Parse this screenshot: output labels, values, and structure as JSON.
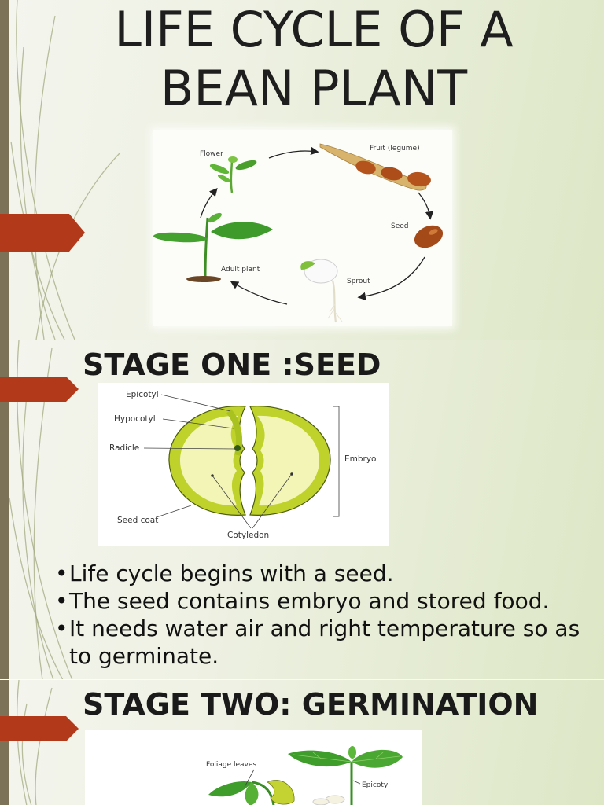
{
  "document": {
    "colors": {
      "background_light": "#f4f5ee",
      "background_green": "#dde7c6",
      "left_bar": "#7c7257",
      "marker_tag": "#b3391b",
      "text": "#1e1e1e",
      "swirl": "#a3aa80"
    }
  },
  "slide1": {
    "title_line1": "LIFE CYCLE OF A",
    "title_line2": "BEAN PLANT",
    "diagram": {
      "flower": "Flower",
      "fruit": "Fruit (legume)",
      "seed": "Seed",
      "sprout": "Sprout",
      "adult_plant": "Adult plant"
    }
  },
  "slide2": {
    "heading": "STAGE ONE :SEED",
    "diagram": {
      "epicotyl": "Epicotyl",
      "hypocotyl": "Hypocotyl",
      "radicle": "Radicle",
      "seed_coat": "Seed coat",
      "cotyledon": "Cotyledon",
      "embryo": "Embryo"
    },
    "bullet_char": "•",
    "bullets": [
      "Life cycle begins with a seed.",
      "The seed contains embryo and stored food.",
      "It needs water air and right temperature so as to germinate."
    ]
  },
  "slide3": {
    "heading": "STAGE TWO: GERMINATION",
    "diagram": {
      "foliage_leaves": "Foliage leaves",
      "epicotyl": "Epicotyl"
    }
  }
}
